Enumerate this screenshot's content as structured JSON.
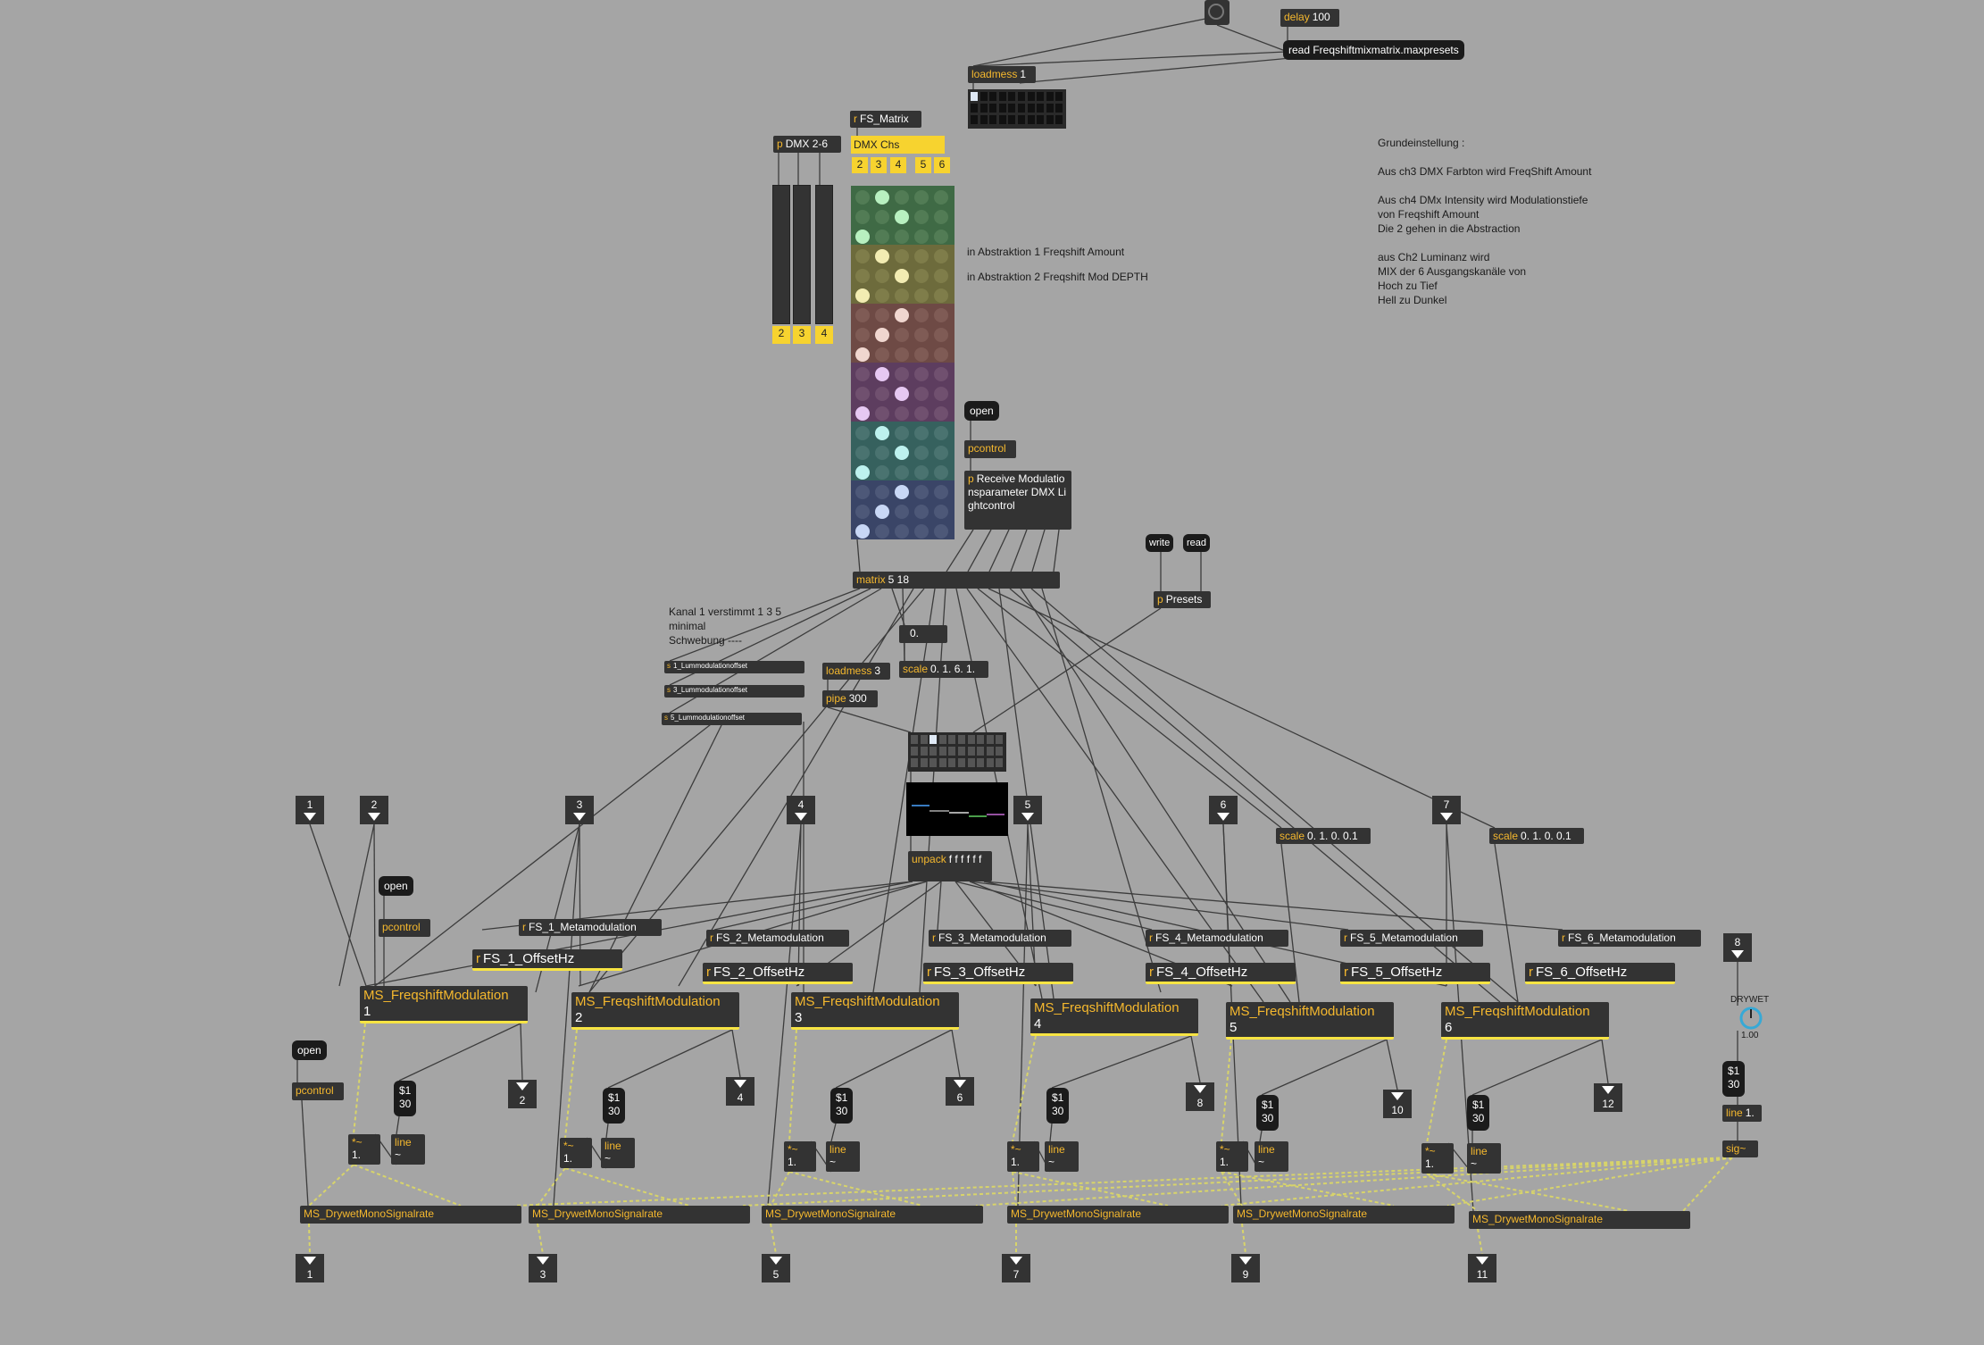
{
  "top": {
    "bang": "",
    "delay": {
      "cls": "delay",
      "arg": "100"
    },
    "read_msg": "read Freqshiftmixmatrix.maxpresets",
    "loadmess1": {
      "cls": "loadmess",
      "arg": "1"
    }
  },
  "fs_matrix": {
    "cls": "r",
    "arg": "FS_Matrix"
  },
  "dmx_chs": {
    "label": "DMX Chs",
    "channels": [
      "2",
      "3",
      "4",
      "5",
      "6"
    ]
  },
  "p_dmx": {
    "cls": "p",
    "arg": "DMX 2-6"
  },
  "dmx_sliders": [
    "2",
    "3",
    "4"
  ],
  "comments": {
    "grund": "Grundeinstellung :\n\nAus ch3 DMX Farbton wird FreqShift Amount\n\nAus ch4 DMx Intensity wird Modulationstiefe\nvon Freqshift Amount\nDie 2 gehen in die Abstraction\n\naus Ch2 Luminanz wird\nMIX der 6 Ausgangskanäle von\nHoch zu Tief\nHell zu Dunkel",
    "abs1": "in Abstraktion 1 Freqshift Amount",
    "abs2": "in Abstraktion 2 Freqshift Mod DEPTH",
    "kanal": "Kanal 1 verstimmt 1 3 5\nminimal\nSchwebung ----"
  },
  "open1": "open",
  "pcontrol1": "pcontrol",
  "receive_p": {
    "cls": "p",
    "arg": "Receive Modulationsparameter DMX Lightcontrol"
  },
  "matrix": {
    "cls": "matrix",
    "arg": "5 18"
  },
  "write": "write",
  "read": "read",
  "presets": {
    "cls": "p",
    "arg": "Presets"
  },
  "float0": "0.",
  "scale1": {
    "cls": "scale",
    "arg": "0. 1. 6. 1."
  },
  "loadmess3": {
    "cls": "loadmess",
    "arg": "3"
  },
  "pipe": {
    "cls": "pipe",
    "arg": "300"
  },
  "lumm": [
    "1_Lummodulationoffset",
    "3_Lummodulationoffset",
    "5_Lummodulationoffset"
  ],
  "lumm_cls": "s",
  "unpack": {
    "cls": "unpack",
    "arg": "f f f f f f"
  },
  "scale_small": {
    "cls": "scale",
    "arg": "0. 1. 0. 0.1"
  },
  "inlets": [
    "1",
    "2",
    "3",
    "4",
    "5",
    "6",
    "7",
    "8"
  ],
  "open2": "open",
  "pcontrol2": "pcontrol",
  "open3": "open",
  "pcontrol3": "pcontrol",
  "meta": [
    {
      "cls": "r",
      "arg": "FS_1_Metamodulation"
    },
    {
      "cls": "r",
      "arg": "FS_2_Metamodulation"
    },
    {
      "cls": "r",
      "arg": "FS_3_Metamodulation"
    },
    {
      "cls": "r",
      "arg": "FS_4_Metamodulation"
    },
    {
      "cls": "r",
      "arg": "FS_5_Metamodulation"
    },
    {
      "cls": "r",
      "arg": "FS_6_Metamodulation"
    }
  ],
  "offset": [
    {
      "cls": "r",
      "arg": "FS_1_OffsetHz"
    },
    {
      "cls": "r",
      "arg": "FS_2_OffsetHz"
    },
    {
      "cls": "r",
      "arg": "FS_3_OffsetHz"
    },
    {
      "cls": "r",
      "arg": "FS_4_OffsetHz"
    },
    {
      "cls": "r",
      "arg": "FS_5_OffsetHz"
    },
    {
      "cls": "r",
      "arg": "FS_6_OffsetHz"
    }
  ],
  "fsmod": [
    {
      "name": "MS_FreqshiftModulation",
      "arg": "1"
    },
    {
      "name": "MS_FreqshiftModulation",
      "arg": "2"
    },
    {
      "name": "MS_FreqshiftModulation",
      "arg": "3"
    },
    {
      "name": "MS_FreqshiftModulation",
      "arg": "4"
    },
    {
      "name": "MS_FreqshiftModulation",
      "arg": "5"
    },
    {
      "name": "MS_FreqshiftModulation",
      "arg": "6"
    }
  ],
  "outlets_mid": [
    "2",
    "4",
    "6",
    "8",
    "10",
    "12"
  ],
  "msg_line": "$1\n30",
  "times": {
    "cls": "*~",
    "arg": "1."
  },
  "line_obj": {
    "cls": "line",
    "arg": "~"
  },
  "drywet_label": "DRYWET",
  "drywet_val": "1.00",
  "line1": {
    "cls": "line",
    "arg": "1."
  },
  "sig": {
    "cls": "sig~",
    "arg": ""
  },
  "drywet_objs": [
    "MS_DrywetMonoSignalrate",
    "MS_DrywetMonoSignalrate",
    "MS_DrywetMonoSignalrate",
    "MS_DrywetMonoSignalrate",
    "MS_DrywetMonoSignalrate",
    "MS_DrywetMonoSignalrate"
  ],
  "outlets_bottom": [
    "1",
    "3",
    "5",
    "7",
    "9",
    "11"
  ],
  "colors": {
    "background": "#a5a5a5",
    "object": "#333333",
    "classname": "#f5b82e",
    "highlight": "#f7e443",
    "wire": "#3c3c3c",
    "signal_wire": "#d8d46a",
    "knob": "#37a9d6"
  }
}
